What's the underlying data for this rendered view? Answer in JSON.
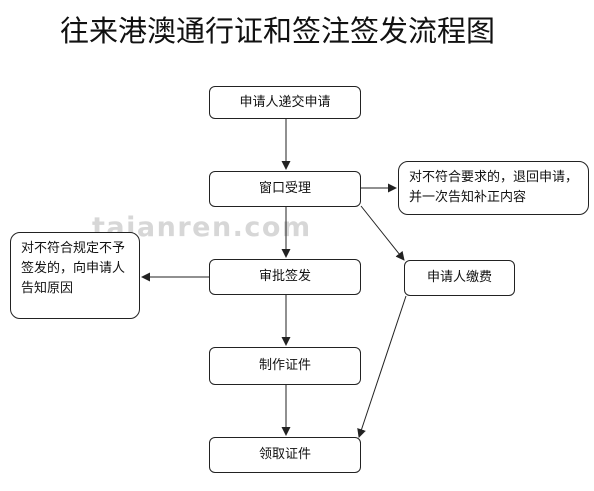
{
  "title": "往来港澳通行证和签注签发流程图",
  "watermark": "taianren.com",
  "steps": {
    "submit": "申请人递交申请",
    "accept": "窗口受理",
    "approve": "审批签发",
    "produce": "制作证件",
    "collect": "领取证件",
    "pay": "申请人缴费"
  },
  "notes": {
    "reject_return": "对不符合要求的，退回申请，并一次告知补正内容",
    "reject_notify": "对不符合规定不予签发的，向申请人告知原因"
  },
  "colors": {
    "line": "#222222",
    "watermark": "#d7d7d7"
  }
}
